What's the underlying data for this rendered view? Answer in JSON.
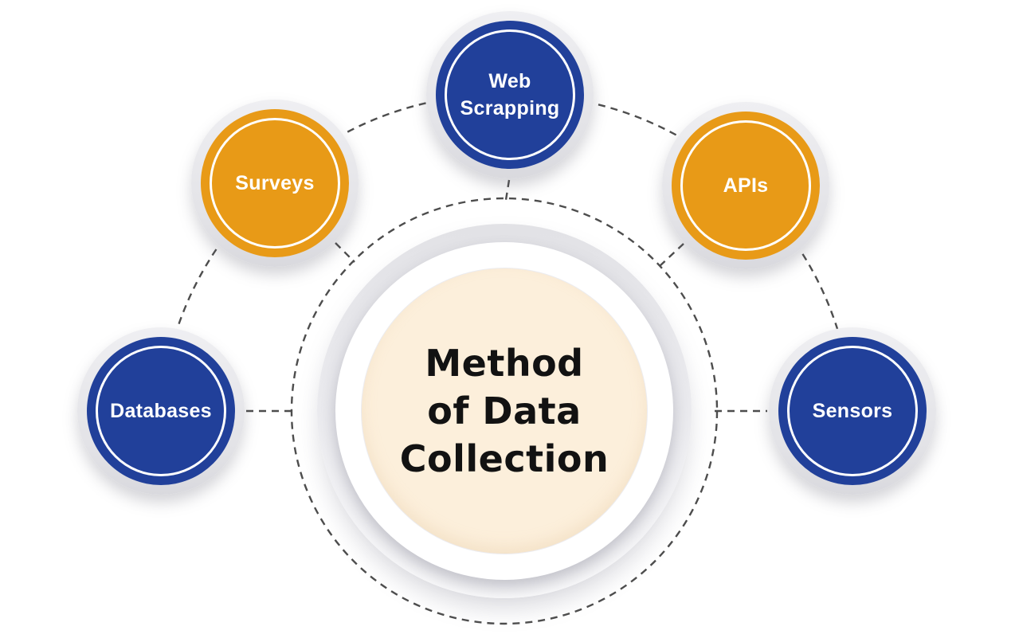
{
  "diagram": {
    "title": {
      "full": "Method of Data Collection",
      "line1": "Method",
      "line2": "of Data",
      "line3": "Collection"
    },
    "nodes": [
      {
        "label": "Web Scrapping",
        "color": "#21409a"
      },
      {
        "label": "Surveys",
        "color": "#e89a17"
      },
      {
        "label": "APIs",
        "color": "#e89a17"
      },
      {
        "label": "Databases",
        "color": "#21409a"
      },
      {
        "label": "Sensors",
        "color": "#21409a"
      }
    ]
  },
  "colors": {
    "blue": "#21409a",
    "orange": "#e89a17",
    "cream": "#fcefdb",
    "dash": "#4d4d4d",
    "title_text": "#121212",
    "node_text": "#ffffff",
    "rim_gray": "#e4e4e8",
    "background": "#ffffff"
  }
}
